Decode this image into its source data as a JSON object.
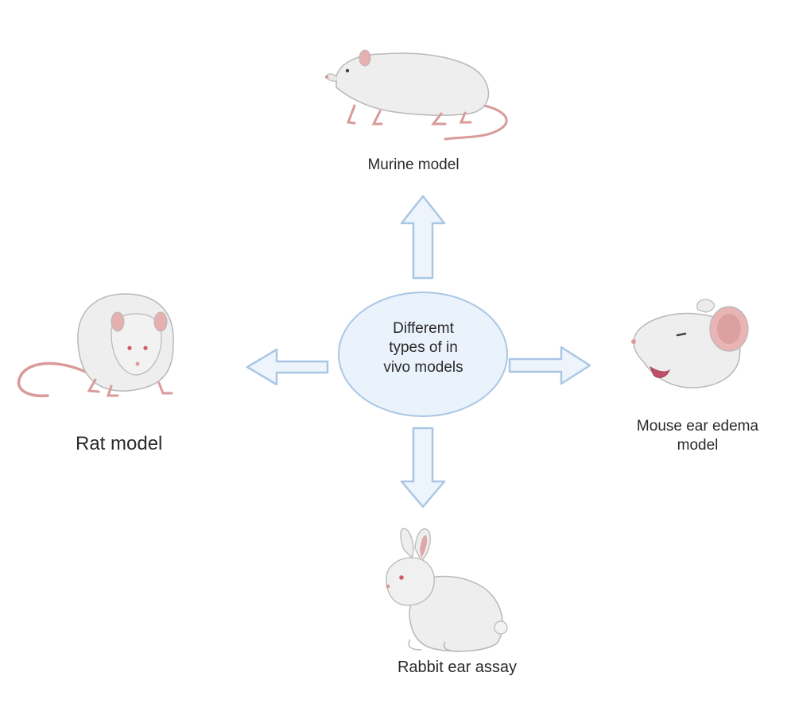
{
  "center": {
    "text": "Differemt\ntypes of in\nvivo models"
  },
  "models": {
    "murine": "Murine model",
    "rat": "Rat model",
    "mouse_ear": "Mouse ear edema\nmodel",
    "rabbit": "Rabbit ear assay"
  },
  "colors": {
    "arrow_fill": "#eef4fb",
    "arrow_stroke": "#a9c7e5",
    "animal_body": "#eeeeee",
    "animal_outline": "#b8b8b8",
    "pink": "#d99a9a"
  },
  "icons": {
    "top": "rat-icon",
    "left": "rat-icon",
    "right": "mouse-head-icon",
    "bottom": "rabbit-icon"
  }
}
